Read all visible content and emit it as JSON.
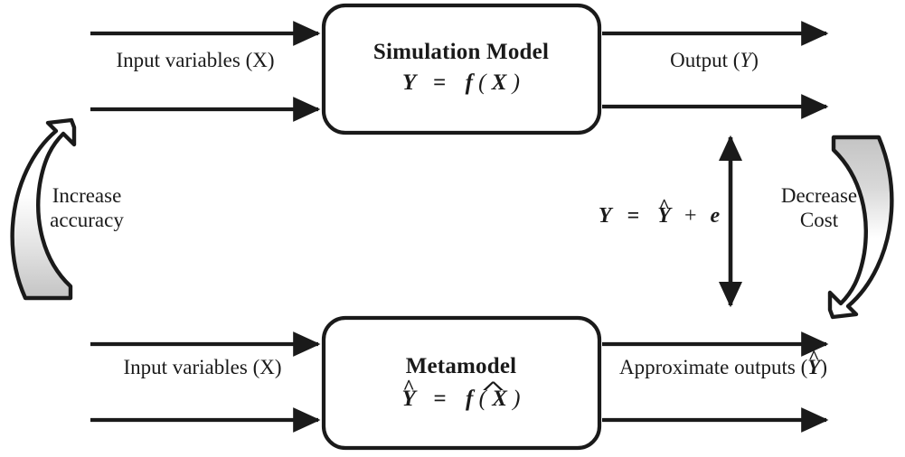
{
  "figure": {
    "title": "Simulation model and metamodel relationship diagram",
    "background_color": "#ffffff",
    "stroke_color": "#1a1a1a",
    "arrow_fill_light": "#ffffff",
    "arrow_fill_gray": "#c9c9c9"
  },
  "boxes": {
    "simulation": {
      "title": "Simulation Model",
      "equation_lhs": "Y",
      "equation_eq": "=",
      "equation_fn": "f",
      "equation_arg_open": "(",
      "equation_arg": "X",
      "equation_arg_close": ")"
    },
    "metamodel": {
      "title": "Metamodel",
      "equation_lhs": "Y",
      "equation_lhs_hat": "^",
      "equation_eq": "=",
      "equation_fn": "f",
      "equation_arg_open": "(",
      "equation_arg": "X",
      "equation_arg_close": ")",
      "equation_rhs_hat": "^"
    }
  },
  "labels": {
    "top_input": "Input variables (X)",
    "top_output_prefix": "Output (",
    "top_output_var": "Y",
    "top_output_suffix": ")",
    "bottom_input": "Input variables (X)",
    "bottom_output_prefix": "Approximate outputs (",
    "bottom_output_var": "Y",
    "bottom_output_var_hat": "^",
    "bottom_output_suffix": ")"
  },
  "middle_equation": {
    "lhs": "Y",
    "eq": "=",
    "rhs_hat_var": "Y",
    "rhs_hat": "^",
    "plus": "+",
    "error": "e"
  },
  "curved_arrows": {
    "left": {
      "caption_line1": "Increase",
      "caption_line2": "accuracy",
      "direction": "up"
    },
    "right": {
      "caption_line1": "Decrease",
      "caption_line2": "Cost",
      "direction": "down"
    }
  }
}
